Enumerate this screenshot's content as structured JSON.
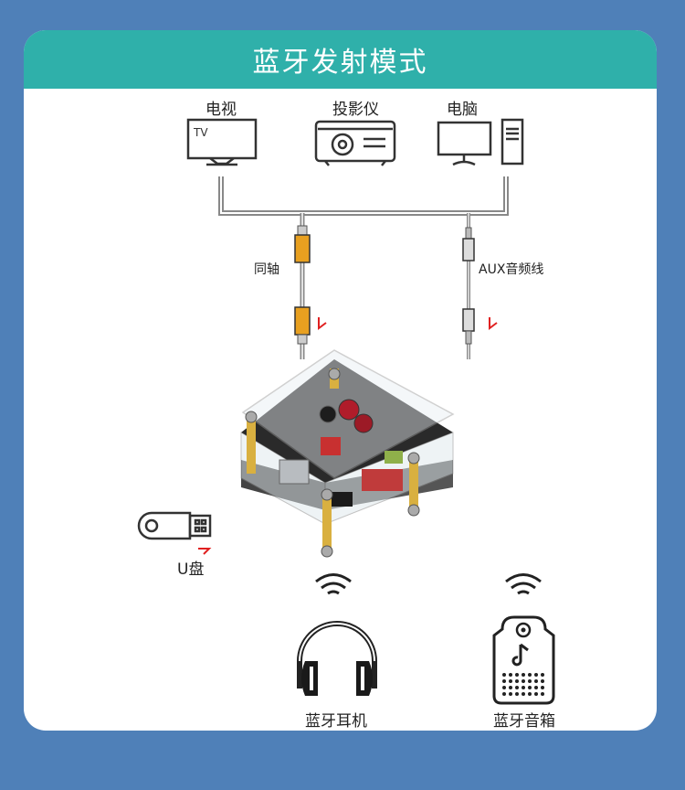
{
  "title": "蓝牙发射模式",
  "sources": {
    "tv": {
      "label": "电视",
      "screen_text": "TV"
    },
    "projector": {
      "label": "投影仪"
    },
    "computer": {
      "label": "电脑"
    }
  },
  "cables": {
    "coaxial": {
      "label": "同轴"
    },
    "aux": {
      "label": "AUX音频线"
    }
  },
  "usb": {
    "label": "U盘"
  },
  "outputs": {
    "headphones": {
      "label": "蓝牙耳机"
    },
    "speaker": {
      "label": "蓝牙音箱"
    }
  },
  "colors": {
    "banner": "#2fb0aa",
    "background": "#4f80b8",
    "coax_plug": "#e8a020",
    "arrow": "#e02020"
  }
}
